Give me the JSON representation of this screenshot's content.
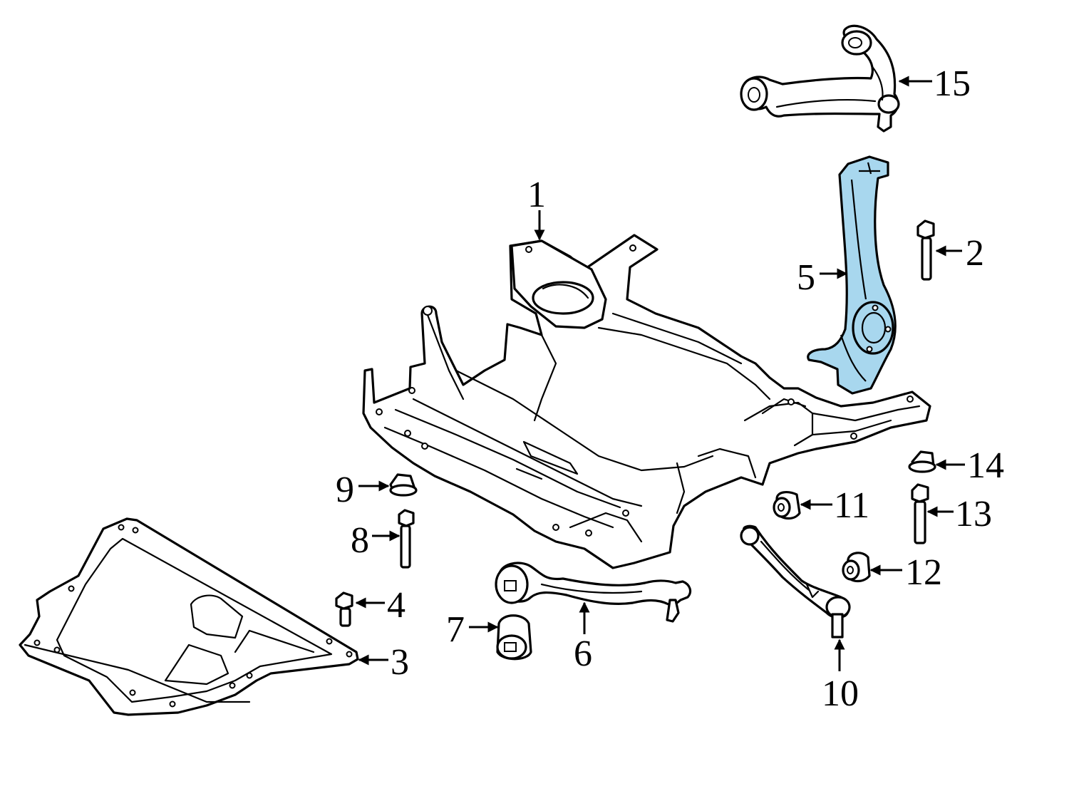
{
  "highlight_color": "#a8d7ee",
  "line_color": "#000000",
  "background_color": "#ffffff",
  "callouts": [
    {
      "id": "1",
      "label": "1",
      "part": "subframe"
    },
    {
      "id": "2",
      "label": "2",
      "part": "knuckle-bolt"
    },
    {
      "id": "3",
      "label": "3",
      "part": "splash-shield"
    },
    {
      "id": "4",
      "label": "4",
      "part": "shield-bolt"
    },
    {
      "id": "5",
      "label": "5",
      "part": "steering-knuckle"
    },
    {
      "id": "6",
      "label": "6",
      "part": "lower-control-arm"
    },
    {
      "id": "7",
      "label": "7",
      "part": "control-arm-bushing"
    },
    {
      "id": "8",
      "label": "8",
      "part": "subframe-bolt"
    },
    {
      "id": "9",
      "label": "9",
      "part": "subframe-nut"
    },
    {
      "id": "10",
      "label": "10",
      "part": "tension-strut"
    },
    {
      "id": "11",
      "label": "11",
      "part": "strut-bushing-front"
    },
    {
      "id": "12",
      "label": "12",
      "part": "strut-bushing-rear"
    },
    {
      "id": "13",
      "label": "13",
      "part": "arm-bolt"
    },
    {
      "id": "14",
      "label": "14",
      "part": "arm-nut"
    },
    {
      "id": "15",
      "label": "15",
      "part": "upper-control-arm"
    }
  ]
}
